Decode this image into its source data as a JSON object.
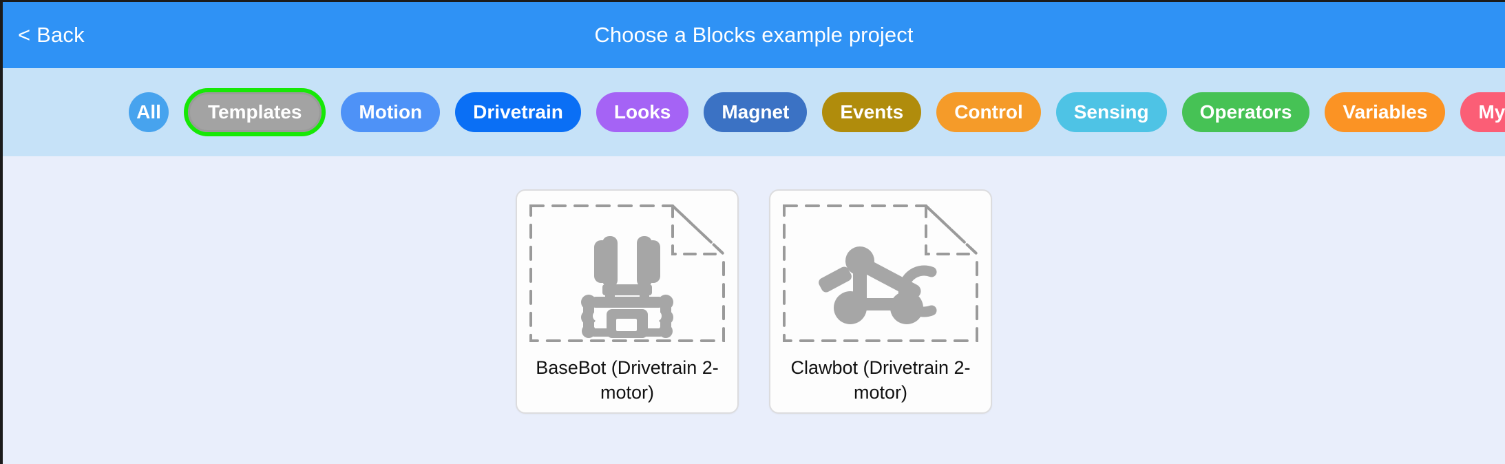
{
  "header": {
    "back_label": "< Back",
    "title": "Choose a Blocks example project",
    "background_color": "#2f92f5",
    "text_color": "#ffffff"
  },
  "filter_bar": {
    "background_color": "#c6e2f8",
    "selected_ring_color": "#16e806",
    "pills": [
      {
        "label": "All",
        "color": "#47a3ee",
        "shape": "circle",
        "selected": false
      },
      {
        "label": "Templates",
        "color": "#a3a3a3",
        "shape": "pill",
        "selected": true
      },
      {
        "label": "Motion",
        "color": "#4e92f7",
        "shape": "pill",
        "selected": false
      },
      {
        "label": "Drivetrain",
        "color": "#0a6ff5",
        "shape": "pill",
        "selected": false
      },
      {
        "label": "Looks",
        "color": "#a563f5",
        "shape": "pill",
        "selected": false
      },
      {
        "label": "Magnet",
        "color": "#3b72c4",
        "shape": "pill",
        "selected": false
      },
      {
        "label": "Events",
        "color": "#b08c0c",
        "shape": "pill",
        "selected": false
      },
      {
        "label": "Control",
        "color": "#f59b29",
        "shape": "pill",
        "selected": false
      },
      {
        "label": "Sensing",
        "color": "#4ec3e5",
        "shape": "pill",
        "selected": false
      },
      {
        "label": "Operators",
        "color": "#46c255",
        "shape": "pill",
        "selected": false
      },
      {
        "label": "Variables",
        "color": "#fb9324",
        "shape": "pill",
        "selected": false
      },
      {
        "label": "My Blocks",
        "color": "#fb5e76",
        "shape": "pill",
        "selected": false
      }
    ]
  },
  "content": {
    "background_color": "#e9eefb",
    "card_background_color": "#fdfdfd",
    "card_border_color": "#dcdcde",
    "thumbnail_outline_color": "#9a9a9a",
    "icon_color": "#a6a6a6",
    "projects": [
      {
        "name": "BaseBot (Drivetrain 2-motor)",
        "icon": "basebot-robot-icon"
      },
      {
        "name": "Clawbot (Drivetrain 2-motor)",
        "icon": "clawbot-robot-icon"
      }
    ]
  }
}
